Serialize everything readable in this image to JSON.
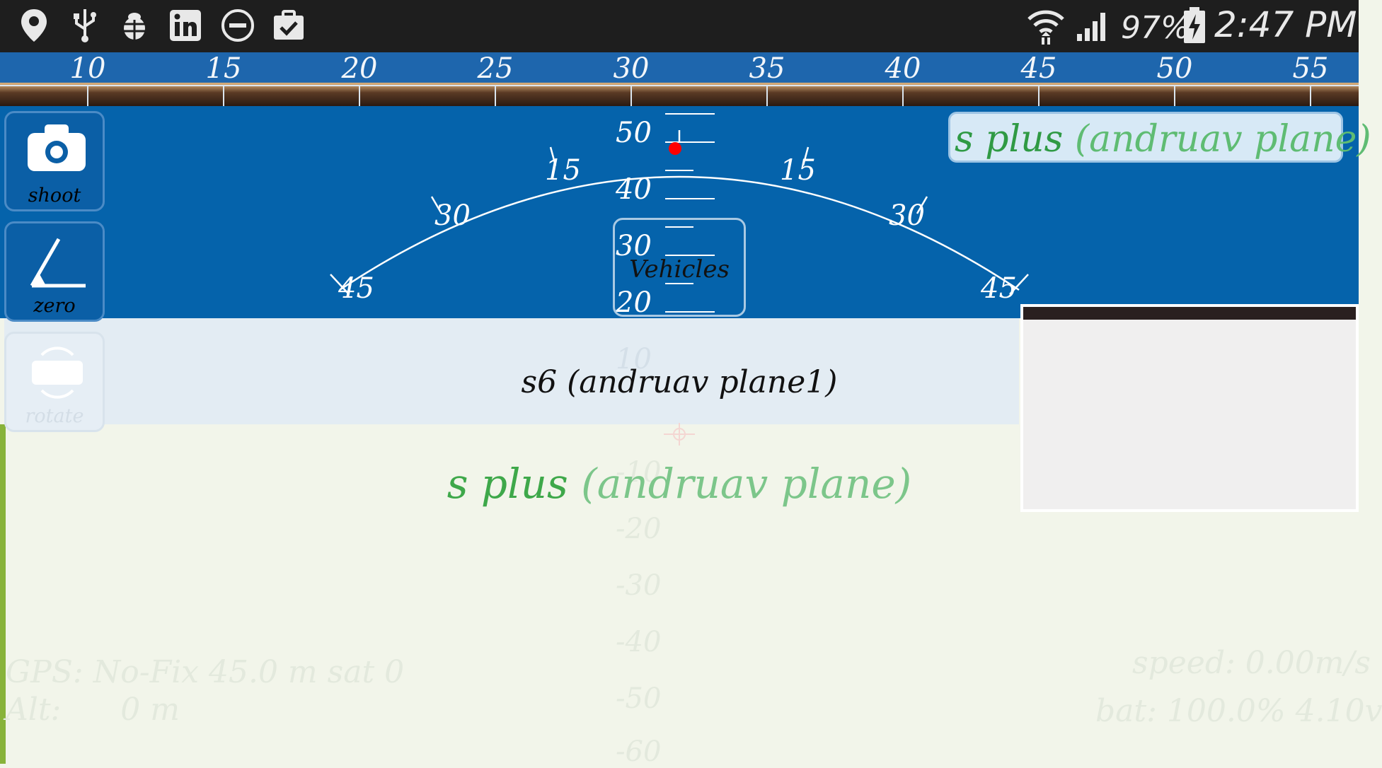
{
  "status_bar": {
    "icons": [
      "location-pin-icon",
      "usb-icon",
      "bug-icon",
      "linkedin-icon",
      "do-not-disturb-icon",
      "clipboard-check-icon"
    ],
    "right_icons": [
      "wifi-icon",
      "signal-icon",
      "battery-charging-icon"
    ],
    "battery": "97%",
    "time": "2:47 PM"
  },
  "heading_tape": {
    "labels": [
      "10",
      "15",
      "20",
      "25",
      "30",
      "35",
      "40",
      "45",
      "50",
      "55"
    ]
  },
  "buttons": {
    "shoot": "shoot",
    "zero": "zero",
    "rotate": "rotate",
    "vehicles": "Vehicles"
  },
  "roll_arc": {
    "labels": [
      "45",
      "30",
      "15",
      "15",
      "30",
      "45"
    ]
  },
  "pitch_ladder": {
    "labels": [
      "50",
      "40",
      "30",
      "20",
      "10",
      "-10",
      "-20",
      "-30",
      "-40",
      "-50",
      "-60"
    ]
  },
  "vehicles": {
    "top_chip": {
      "name": "s plus",
      "detail": "(andruav plane)"
    },
    "list_item_1": "s6 (andruav plane1)",
    "list_item_2": {
      "name": "s plus",
      "detail": "(andruav plane)"
    }
  },
  "telemetry": {
    "gps": "GPS: No-Fix 45.0 m sat 0",
    "alt": "Alt:      0 m",
    "speed": "speed: 0.00m/s",
    "bat": "bat: 100.0% 4.10v"
  },
  "colors": {
    "sky": "#0563ab",
    "ground": "#f2f5ea",
    "vehicle_green": "#3ea84a",
    "indicator": "#ff0000"
  }
}
